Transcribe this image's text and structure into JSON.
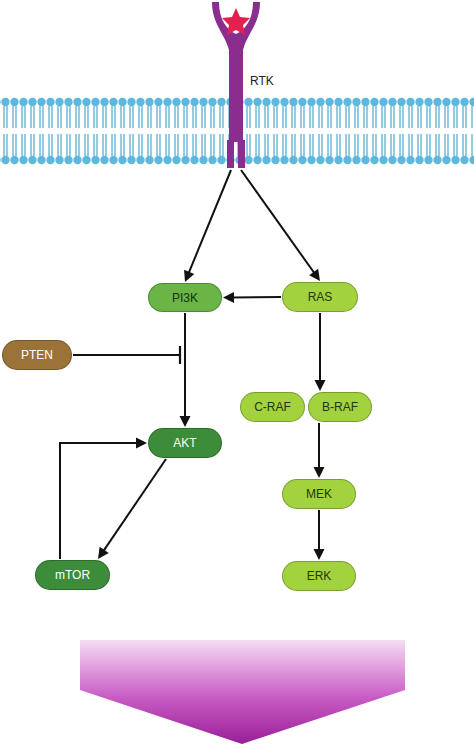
{
  "diagram": {
    "nodes": [
      {
        "text": [
          "RTK"
        ]
      },
      {
        "text": [
          "PI3K"
        ]
      },
      {
        "text": [
          "RAS"
        ]
      },
      {
        "text": [
          "PTEN"
        ]
      },
      {
        "text": [
          "C-RAF"
        ]
      },
      {
        "text": [
          "B-RAF"
        ]
      },
      {
        "text": [
          "AKT"
        ]
      },
      {
        "text": [
          "MEK"
        ]
      },
      {
        "text": [
          "mTOR"
        ]
      },
      {
        "text": [
          "ERK"
        ]
      }
    ],
    "edges": [
      {
        "from": 0,
        "to": 1,
        "arrow": "to"
      },
      {
        "from": 0,
        "to": 2,
        "arrow": "to"
      },
      {
        "from": 2,
        "to": 1,
        "arrow": "to"
      },
      {
        "from": 3,
        "to": 6,
        "arrow": "to"
      },
      {
        "from": 1,
        "to": 6,
        "arrow": "to"
      },
      {
        "from": 2,
        "to": 5,
        "arrow": "to"
      },
      {
        "from": 5,
        "to": 7,
        "arrow": "to"
      },
      {
        "from": 7,
        "to": 9,
        "arrow": "to"
      },
      {
        "from": 6,
        "to": 8,
        "arrow": "to"
      },
      {
        "from": 8,
        "to": 6,
        "arrow": "to"
      }
    ]
  }
}
